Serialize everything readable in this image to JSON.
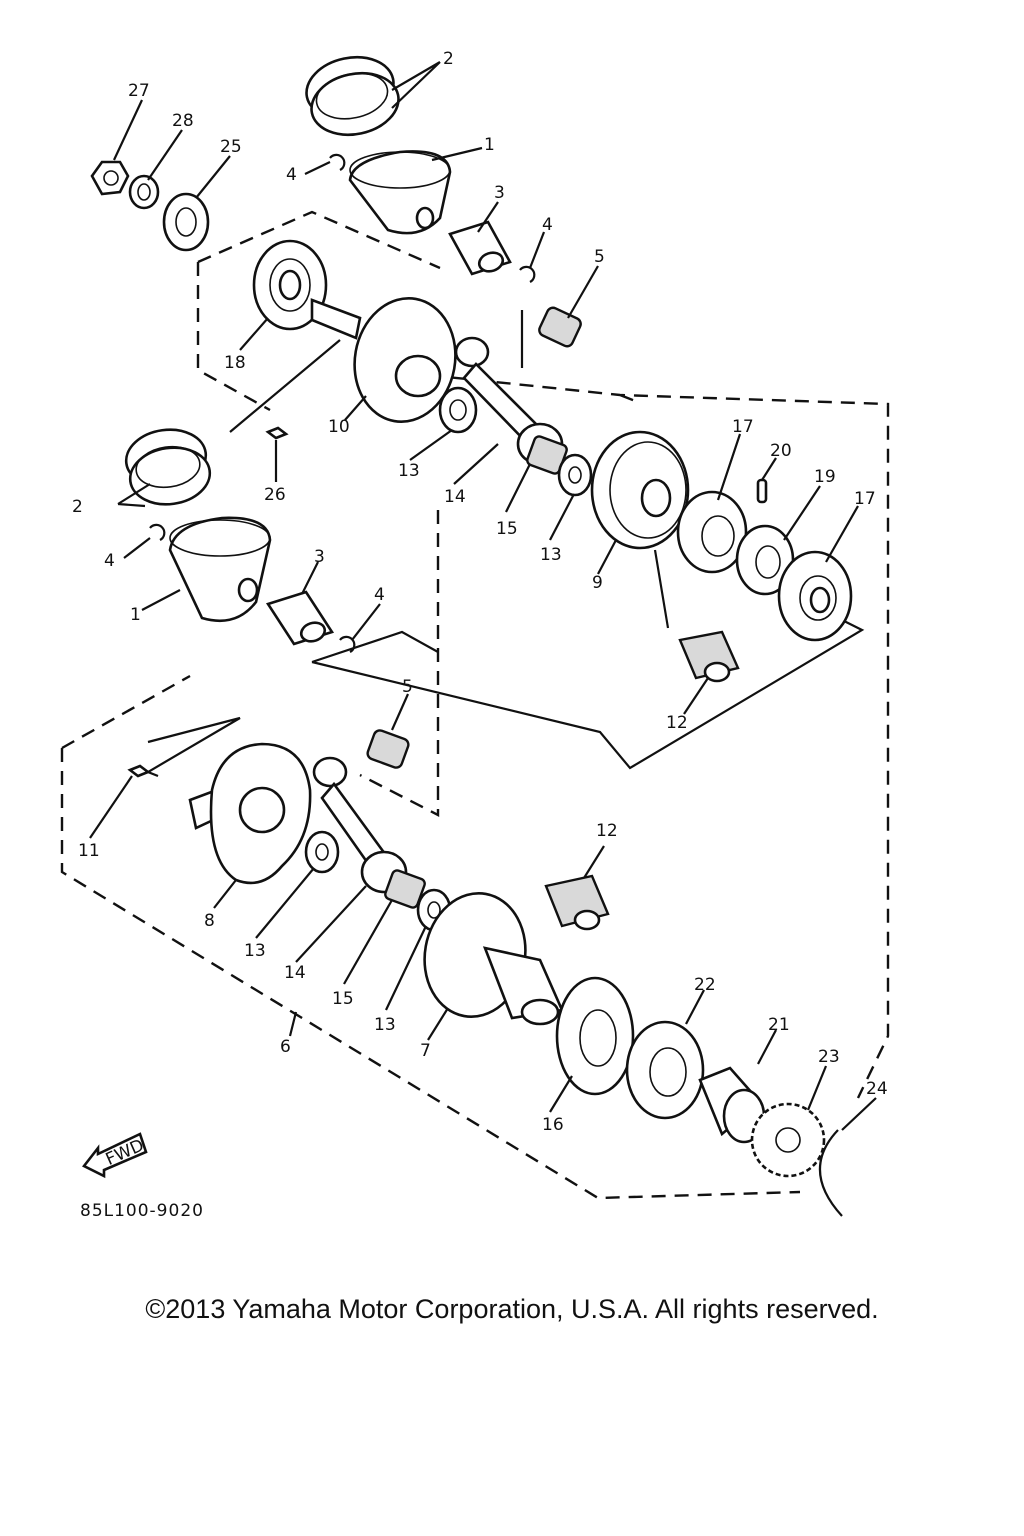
{
  "diagram": {
    "callouts": [
      {
        "id": "c-2a",
        "text": "2"
      },
      {
        "id": "c-27",
        "text": "27"
      },
      {
        "id": "c-28",
        "text": "28"
      },
      {
        "id": "c-25",
        "text": "25"
      },
      {
        "id": "c-1a",
        "text": "1"
      },
      {
        "id": "c-4a",
        "text": "4"
      },
      {
        "id": "c-3a",
        "text": "3"
      },
      {
        "id": "c-4b",
        "text": "4"
      },
      {
        "id": "c-5a",
        "text": "5"
      },
      {
        "id": "c-18",
        "text": "18"
      },
      {
        "id": "c-10",
        "text": "10"
      },
      {
        "id": "c-13a",
        "text": "13"
      },
      {
        "id": "c-14a",
        "text": "14"
      },
      {
        "id": "c-15a",
        "text": "15"
      },
      {
        "id": "c-13b",
        "text": "13"
      },
      {
        "id": "c-9",
        "text": "9"
      },
      {
        "id": "c-17a",
        "text": "17"
      },
      {
        "id": "c-20",
        "text": "20"
      },
      {
        "id": "c-19",
        "text": "19"
      },
      {
        "id": "c-17b",
        "text": "17"
      },
      {
        "id": "c-26",
        "text": "26"
      },
      {
        "id": "c-2b",
        "text": "2"
      },
      {
        "id": "c-4c",
        "text": "4"
      },
      {
        "id": "c-1b",
        "text": "1"
      },
      {
        "id": "c-3b",
        "text": "3"
      },
      {
        "id": "c-4d",
        "text": "4"
      },
      {
        "id": "c-12a",
        "text": "12"
      },
      {
        "id": "c-5b",
        "text": "5"
      },
      {
        "id": "c-11",
        "text": "11"
      },
      {
        "id": "c-12b",
        "text": "12"
      },
      {
        "id": "c-8",
        "text": "8"
      },
      {
        "id": "c-13c",
        "text": "13"
      },
      {
        "id": "c-14b",
        "text": "14"
      },
      {
        "id": "c-15b",
        "text": "15"
      },
      {
        "id": "c-13d",
        "text": "13"
      },
      {
        "id": "c-7",
        "text": "7"
      },
      {
        "id": "c-22",
        "text": "22"
      },
      {
        "id": "c-21",
        "text": "21"
      },
      {
        "id": "c-23",
        "text": "23"
      },
      {
        "id": "c-24",
        "text": "24"
      },
      {
        "id": "c-16",
        "text": "16"
      },
      {
        "id": "c-6",
        "text": "6"
      }
    ],
    "fwd_label": "FWD",
    "drawing_code": "85L100-9020"
  },
  "footer": {
    "copyright": "©2013 Yamaha Motor Corporation, U.S.A. All rights reserved."
  }
}
